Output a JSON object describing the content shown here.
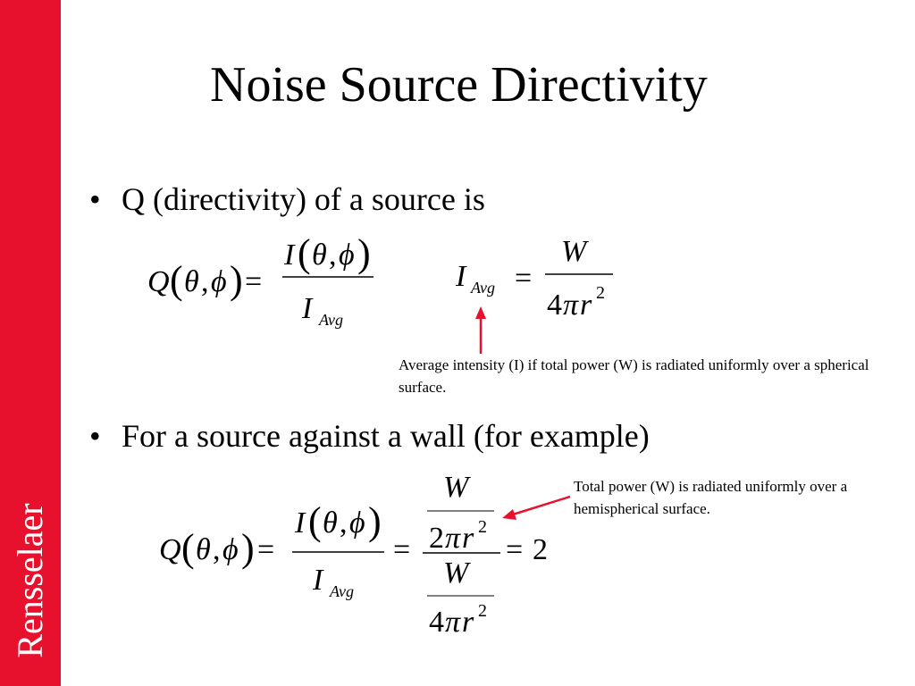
{
  "slide": {
    "brand": "Rensselaer",
    "title": "Noise Source Directivity",
    "bullets": [
      "Q (directivity) of a source is",
      "For a source against a wall (for example)"
    ],
    "bullet_symbol": "•",
    "annotations": [
      "Average intensity (I) if total power (W) is radiated uniformly over a spherical surface.",
      "Total power (W) is radiated uniformly over a hemispherical surface."
    ],
    "colors": {
      "sidebar": "#e8112d",
      "arrow": "#e8112d",
      "text": "#000000"
    }
  },
  "equations": {
    "q_symbol": "Q",
    "i_symbol": "I",
    "theta": "θ",
    "phi": "ϕ",
    "comma": ",",
    "open_paren": "(",
    "close_paren": ")",
    "equals": "=",
    "avg_subscript": "Avg",
    "w_symbol": "W",
    "four": "4",
    "two": "2",
    "pi": "π",
    "r": "r",
    "sq": "2",
    "result": "2"
  }
}
